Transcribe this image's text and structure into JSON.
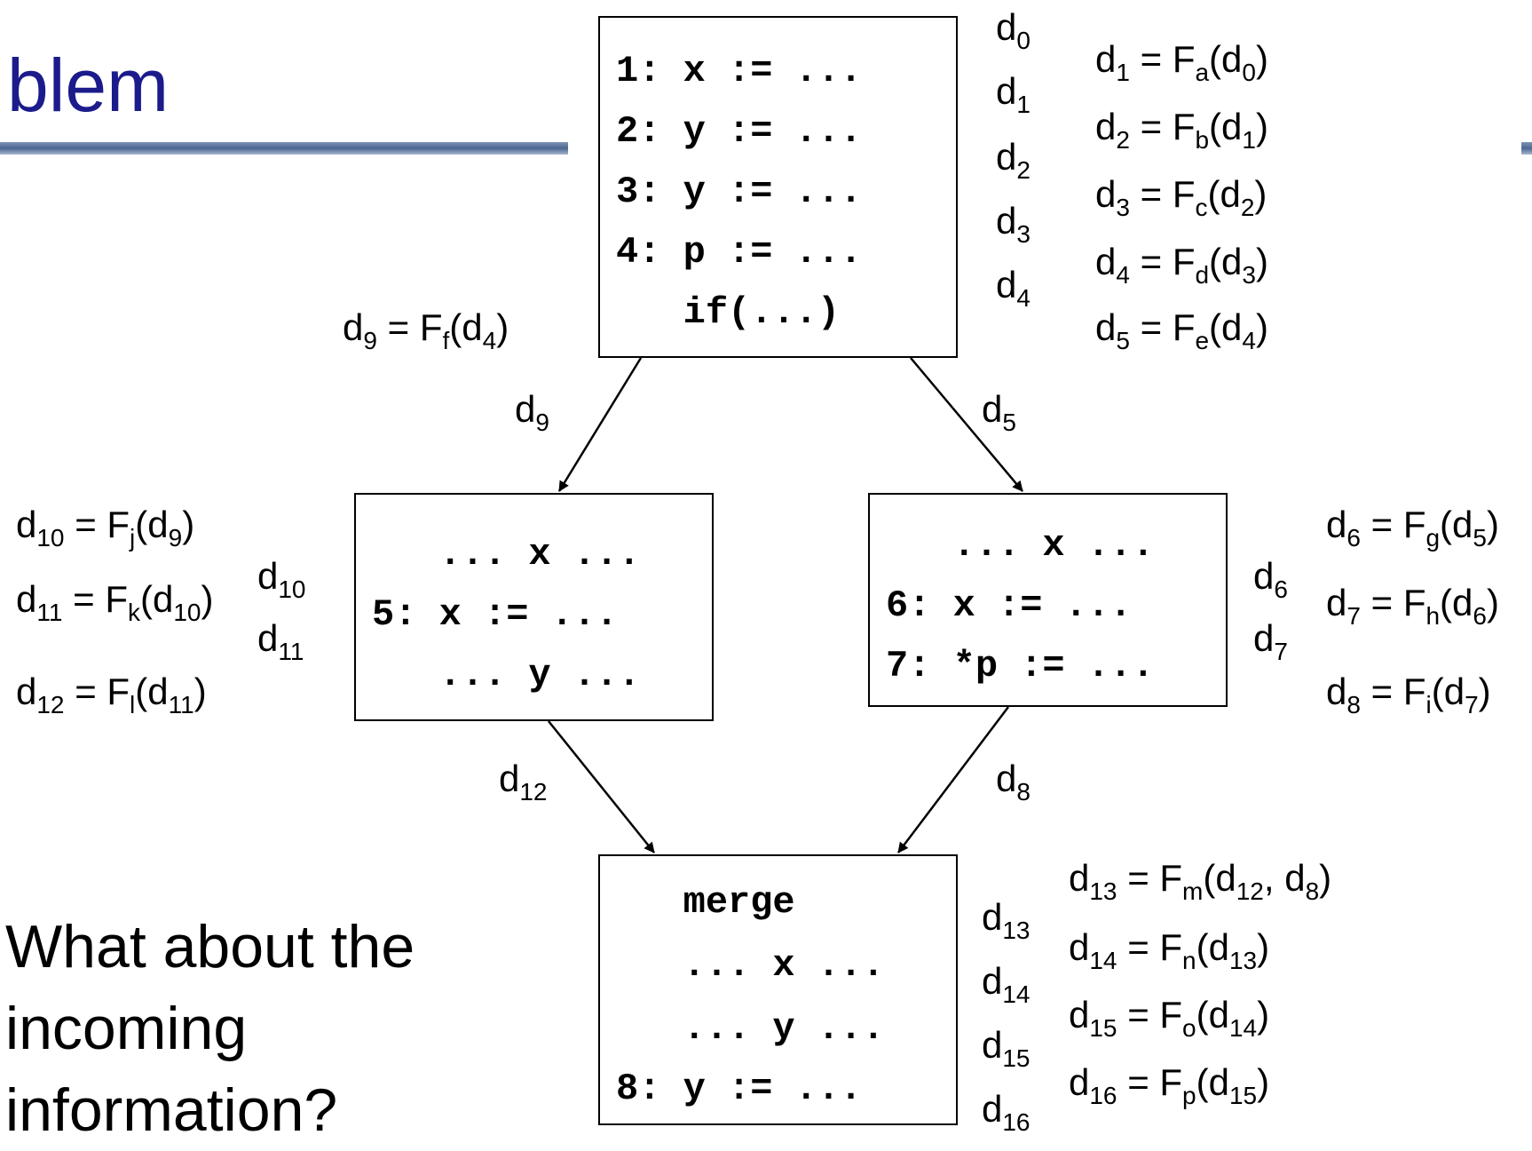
{
  "slide": {
    "title_fragment": "blem",
    "question_lines": [
      "What about the",
      "incoming",
      "information?"
    ]
  },
  "blocks": {
    "entry": {
      "lines": [
        "1: x := ...",
        "2: y := ...",
        "3: y := ...",
        "4: p := ...",
        "   if(...)"
      ],
      "d_labels": [
        "d0",
        "d1",
        "d2",
        "d3",
        "d4"
      ],
      "equations": [
        "d1 = Fa(d0)",
        "d2 = Fb(d1)",
        "d3 = Fc(d2)",
        "d4 = Fd(d3)",
        "d5 = Fe(d4)"
      ],
      "left_equation": "d9 = Ff(d4)"
    },
    "left": {
      "lines": [
        "   ... x ...",
        "5: x := ...",
        "   ... y ..."
      ],
      "d_labels": [
        "d10",
        "d11"
      ],
      "equations": [
        "d10 = Fj(d9)",
        "d11 = Fk(d10)",
        "d12 = Fl(d11)"
      ]
    },
    "right": {
      "lines": [
        "   ... x ...",
        "6: x := ...",
        "7: *p := ..."
      ],
      "d_labels": [
        "d6",
        "d7"
      ],
      "equations": [
        "d6 = Fg(d5)",
        "d7 = Fh(d6)",
        "d8 = Fi(d7)"
      ]
    },
    "merge": {
      "lines": [
        "   merge",
        "   ... x ...",
        "   ... y ...",
        "8: y := ..."
      ],
      "d_labels": [
        "d13",
        "d14",
        "d15",
        "d16"
      ],
      "equations": [
        "d13 = Fm(d12, d8)",
        "d14 = Fn(d13)",
        "d15 = Fo(d14)",
        "d16 = Fp(d15)"
      ]
    }
  },
  "edges": {
    "entry_to_left": "d9",
    "entry_to_right": "d5",
    "left_to_merge": "d12",
    "right_to_merge": "d8"
  }
}
